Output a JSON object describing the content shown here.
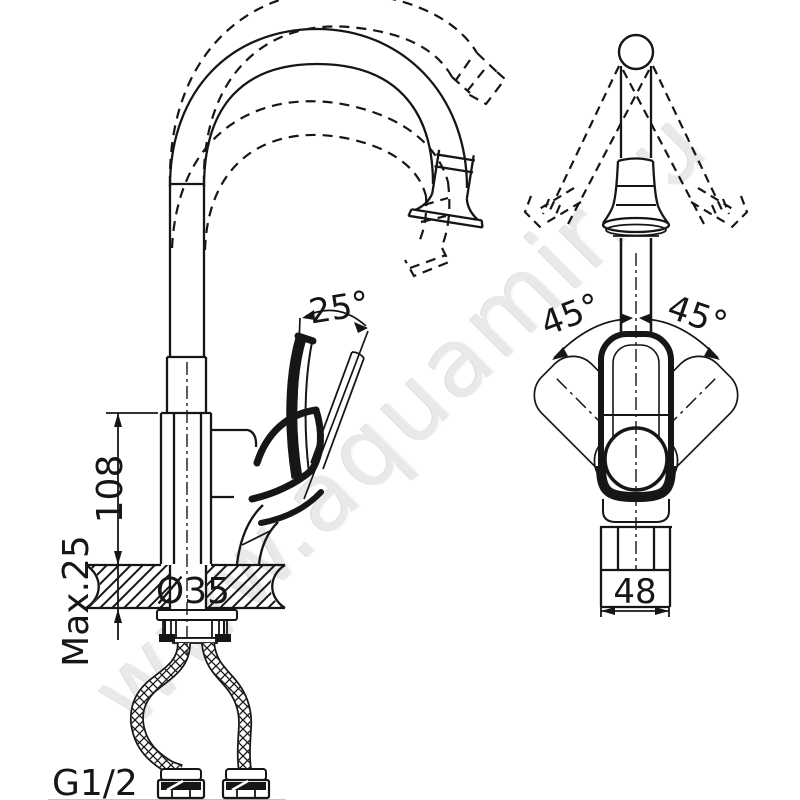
{
  "drawing": {
    "watermark": "www.aquamir.ru",
    "views": {
      "side": {
        "angle_label": "25°",
        "height_label": "108",
        "deck_label": "Max.25",
        "hole_label": "Ø35",
        "thread_label": "G1/2"
      },
      "front": {
        "left_angle_label": "45°",
        "right_angle_label": "45°",
        "width_label": "48"
      }
    },
    "colors": {
      "line": "#161616",
      "background": "#ffffff",
      "watermark": "#e9e9e9"
    }
  }
}
